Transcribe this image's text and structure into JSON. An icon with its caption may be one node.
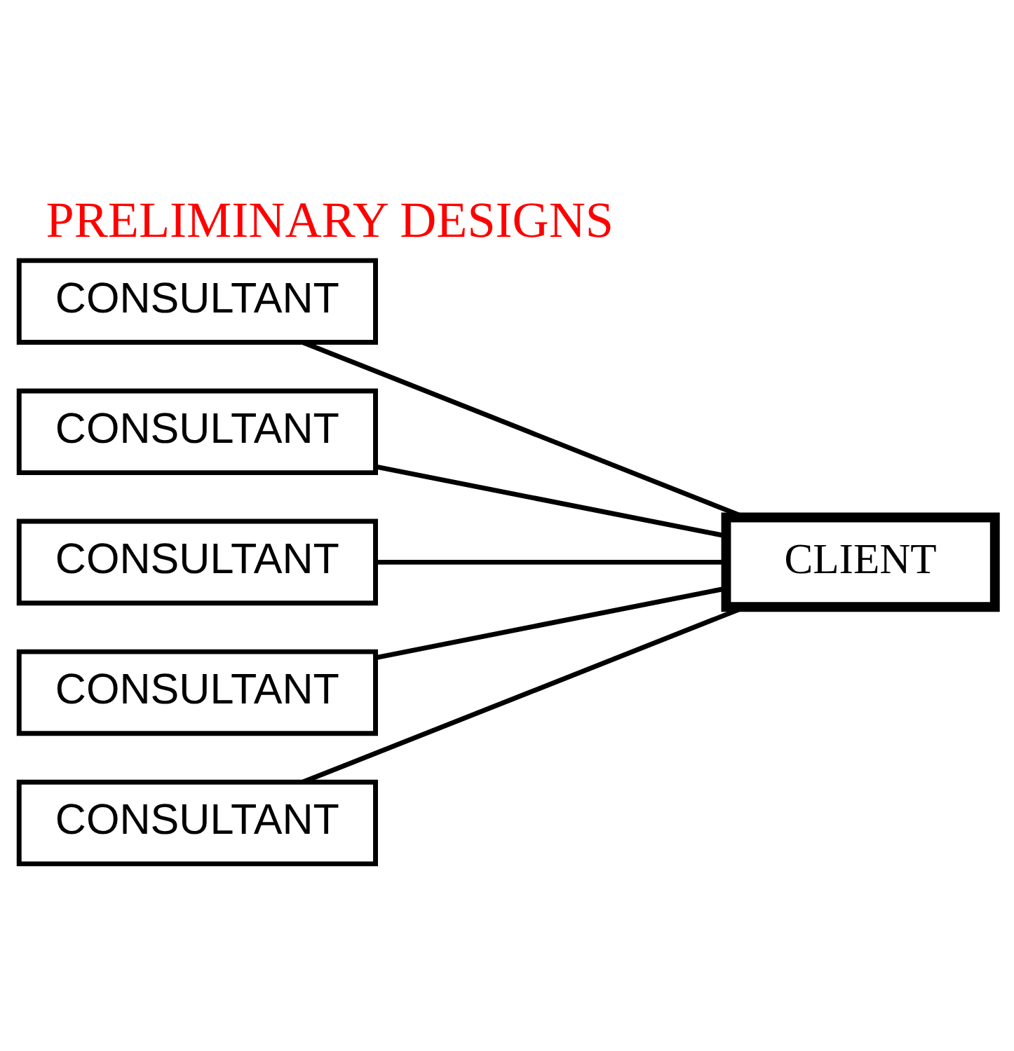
{
  "diagram": {
    "title": "PRELIMINARY DESIGNS",
    "nodes": [
      {
        "text": [
          "CLIENT"
        ]
      },
      {
        "text": [
          "CONSULTANT"
        ]
      },
      {
        "text": [
          "CONSULTANT"
        ]
      },
      {
        "text": [
          "CONSULTANT"
        ]
      },
      {
        "text": [
          "CONSULTANT"
        ]
      },
      {
        "text": [
          "CONSULTANT"
        ]
      }
    ],
    "edges": [
      {
        "from": 0,
        "to": 1,
        "arrow": "none"
      },
      {
        "from": 0,
        "to": 2,
        "arrow": "none"
      },
      {
        "from": 0,
        "to": 3,
        "arrow": "none"
      },
      {
        "from": 0,
        "to": 4,
        "arrow": "none"
      },
      {
        "from": 0,
        "to": 5,
        "arrow": "none"
      }
    ]
  }
}
